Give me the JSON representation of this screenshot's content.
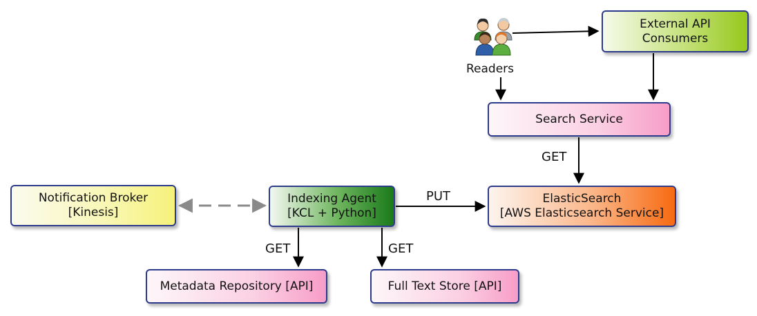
{
  "nodes": {
    "external_api": {
      "line1": "External API",
      "line2": "Consumers"
    },
    "search_service": {
      "label": "Search Service"
    },
    "elasticsearch": {
      "line1": "ElasticSearch",
      "line2": "[AWS Elasticsearch Service]"
    },
    "indexing_agent": {
      "line1": "Indexing Agent",
      "line2": "[KCL + Python]"
    },
    "notification_broker": {
      "line1": "Notification Broker",
      "line2": "[Kinesis]"
    },
    "metadata_repository": {
      "label": "Metadata Repository [API]"
    },
    "full_text_store": {
      "label": "Full Text Store [API]"
    }
  },
  "readers": {
    "label": "Readers",
    "icon": "users-group-icon"
  },
  "edges": [
    {
      "from": "Readers",
      "to": "External API Consumers",
      "label": ""
    },
    {
      "from": "Readers",
      "to": "Search Service",
      "label": ""
    },
    {
      "from": "External API Consumers",
      "to": "Search Service",
      "label": ""
    },
    {
      "from": "Search Service",
      "to": "ElasticSearch",
      "label": "GET"
    },
    {
      "from": "Indexing Agent",
      "to": "ElasticSearch",
      "label": "PUT"
    },
    {
      "from": "Indexing Agent",
      "to": "Notification Broker",
      "label": "",
      "style": "dashed-bidirectional"
    },
    {
      "from": "Indexing Agent",
      "to": "Metadata Repository [API]",
      "label": "GET"
    },
    {
      "from": "Indexing Agent",
      "to": "Full Text Store [API]",
      "label": "GET"
    }
  ],
  "colors": {
    "border": "#2c3a8c",
    "pink": "#f79dc8",
    "light_green": "#96c81c",
    "dark_green": "#1a7a1a",
    "yellow": "#f6f27b",
    "orange": "#f76a12",
    "arrow": "#000000",
    "dashed_arrow": "#8a8a8a"
  }
}
